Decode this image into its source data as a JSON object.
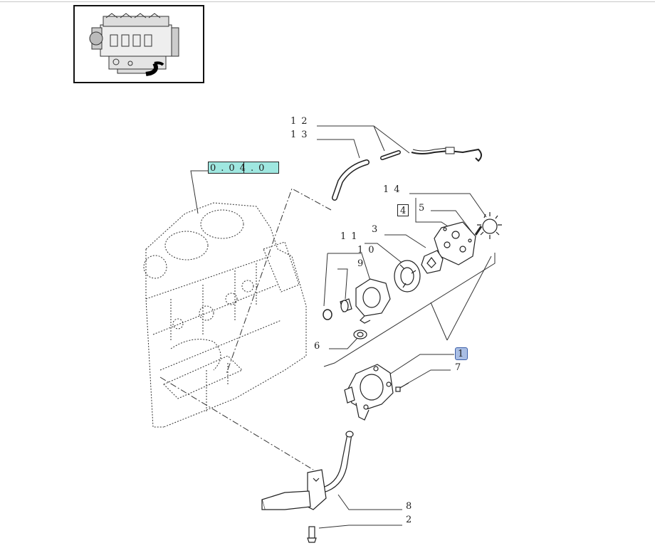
{
  "reference": {
    "code": "0.04.0"
  },
  "labels": {
    "l12": "12",
    "l13": "13",
    "l14": "14",
    "l4": "4",
    "l5": "5",
    "l3": "3",
    "l11": "11",
    "l10": "10",
    "l9": "9",
    "l6": "6",
    "l1": "1",
    "l7": "7",
    "l8": "8",
    "l2": "2"
  },
  "colors": {
    "reference_fill": "#9fe7e0",
    "selected_fill": "#a9bee4",
    "line": "#222222"
  }
}
